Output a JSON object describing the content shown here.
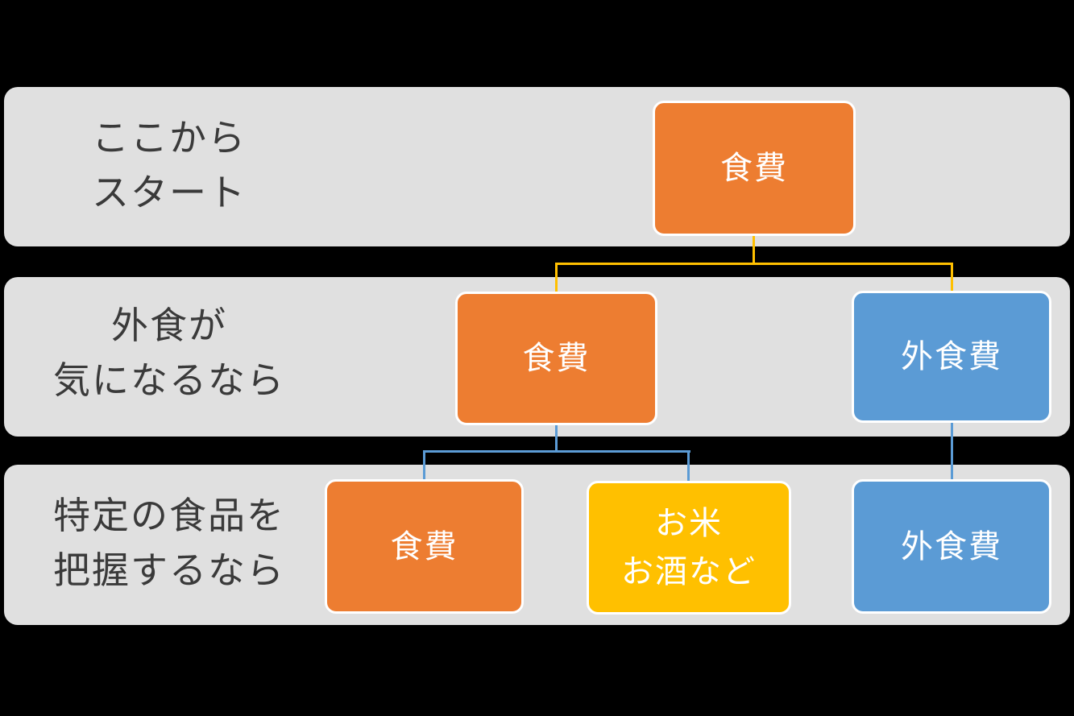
{
  "colors": {
    "background": "#000000",
    "band": "#E0E0E0",
    "caption_text": "#3A3A3A",
    "node_text": "#FFFFFF",
    "connector_gold": "#FFC000",
    "connector_blue": "#5B9BD5"
  },
  "rows": [
    {
      "caption_lines": [
        "ここから",
        "スタート"
      ],
      "nodes": [
        {
          "lines": [
            "食費"
          ],
          "color": "#ED7D31"
        }
      ]
    },
    {
      "caption_lines": [
        "外食が",
        "気になるなら"
      ],
      "nodes": [
        {
          "lines": [
            "食費"
          ],
          "color": "#ED7D31"
        },
        {
          "lines": [
            "外食費"
          ],
          "color": "#5B9BD5"
        }
      ]
    },
    {
      "caption_lines": [
        "特定の食品を",
        "把握するなら"
      ],
      "nodes": [
        {
          "lines": [
            "食費"
          ],
          "color": "#ED7D31"
        },
        {
          "lines": [
            "お米",
            "お酒など"
          ],
          "color": "#FFC000"
        },
        {
          "lines": [
            "外食費"
          ],
          "color": "#5B9BD5"
        }
      ]
    }
  ]
}
